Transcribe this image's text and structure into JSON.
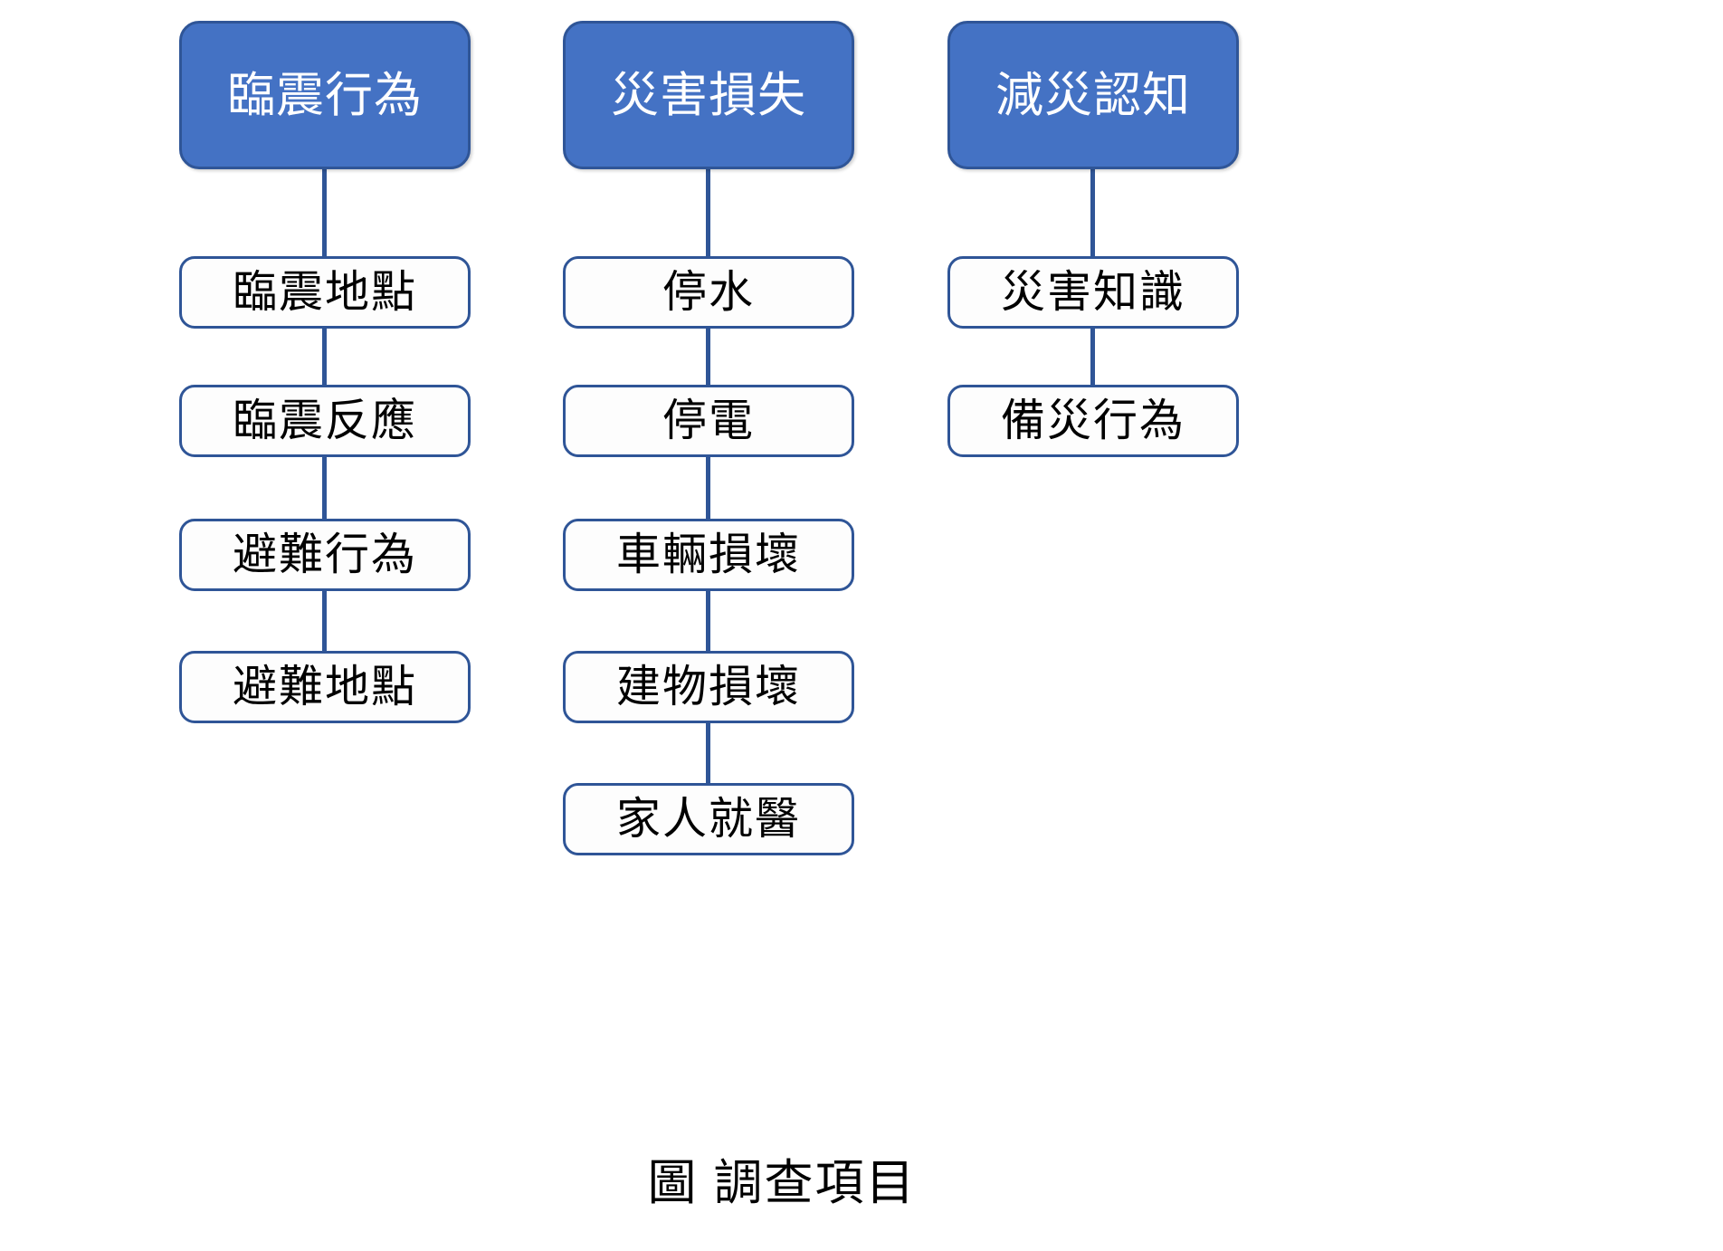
{
  "figure": {
    "caption": "圖 調查項目",
    "colors": {
      "header_fill": "#4472C4",
      "border": "#2F5597",
      "node_fill": "#FDFDFD",
      "header_text": "#FFFFFF",
      "node_text": "#000000",
      "background": "#FFFFFF"
    }
  },
  "columns": [
    {
      "header": "臨震行為",
      "items": [
        {
          "label": "臨震地點"
        },
        {
          "label": "臨震反應"
        },
        {
          "label": "避難行為"
        },
        {
          "label": "避難地點"
        }
      ]
    },
    {
      "header": "災害損失",
      "items": [
        {
          "label": "停水"
        },
        {
          "label": "停電"
        },
        {
          "label": "車輛損壞"
        },
        {
          "label": "建物損壞"
        },
        {
          "label": "家人就醫"
        }
      ]
    },
    {
      "header": "減災認知",
      "items": [
        {
          "label": "災害知識"
        },
        {
          "label": "備災行為"
        }
      ]
    }
  ]
}
